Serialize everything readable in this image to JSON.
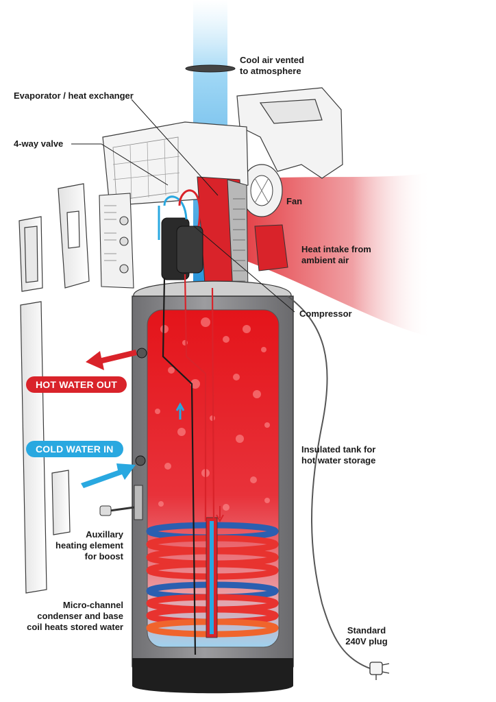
{
  "labels": {
    "cool_air": "Cool air vented\nto atmosphere",
    "evaporator": "Evaporator / heat exchanger",
    "four_way_valve": "4-way valve",
    "fan": "Fan",
    "heat_intake": "Heat intake from\nambient air",
    "compressor": "Compressor",
    "hot_water_out": "HOT WATER OUT",
    "cold_water_in": "COLD WATER IN",
    "insulated_tank": "Insulated tank for\nhot water storage",
    "auxiliary_element": "Auxillary\nheating element\nfor boost",
    "condenser": "Micro-channel\ncondenser and base\ncoil heats stored water",
    "plug": "Standard\n240V plug"
  },
  "colors": {
    "hot": "#d9232a",
    "cold": "#29a8e0",
    "tank": "#8d8d8f",
    "coil_red": "#e8332f",
    "coil_blue": "#2b5fb0",
    "coil_orange": "#f0642c"
  },
  "icons": [
    "cool-air-column",
    "heat-intake-stream",
    "fan-icon",
    "plug-icon"
  ]
}
